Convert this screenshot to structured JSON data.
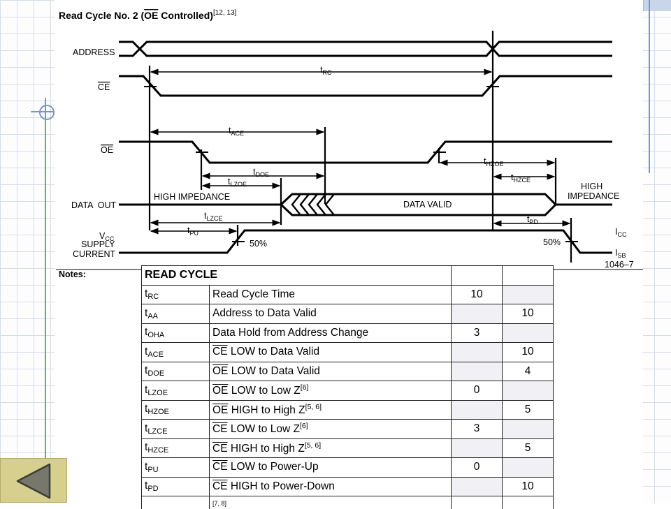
{
  "diagram": {
    "title": "Read Cycle No. 2 (OE Controlled)",
    "title_prefix": "Read Cycle No. 2 (",
    "title_oe": "OE",
    "title_suffix": " Controlled)",
    "title_refs": "[12, 13]",
    "signals": {
      "address": "ADDRESS",
      "ce": "CE",
      "oe": "OE",
      "data_out": "DATA  OUT",
      "vcc_v": "V",
      "vcc_sub": "CC",
      "supply": "SUPPLY",
      "current": "CURRENT"
    },
    "labels": {
      "trc": "t",
      "trc_sub": "RC",
      "tace": "t",
      "tace_sub": "ACE",
      "tdoe": "t",
      "tdoe_sub": "DOE",
      "tlzoe": "t",
      "tlzoe_sub": "LZOE",
      "thzoe": "t",
      "thzoe_sub": "HZOE",
      "thzce": "t",
      "thzce_sub": "HZCE",
      "tlzce": "t",
      "tlzce_sub": "LZCE",
      "tpu": "t",
      "tpu_sub": "PU",
      "tpd": "t",
      "tpd_sub": "PD",
      "high_impedance": "HIGH IMPEDANCE",
      "high": "HIGH",
      "impedance": "IMPEDANCE",
      "data_valid": "DATA VALID",
      "pct_left": "50%",
      "pct_right": "50%",
      "icc_i": "I",
      "icc_sub": "CC",
      "isb_i": "I",
      "isb_sub": "SB",
      "figure_id": "1046–7",
      "notes": "Notes:"
    }
  },
  "table": {
    "header": "READ CYCLE",
    "rows": [
      {
        "sym": "t",
        "sub": "RC",
        "pre": "",
        "ol": "",
        "desc": "Read Cycle Time",
        "sup": "",
        "min": "10",
        "max": ""
      },
      {
        "sym": "t",
        "sub": "AA",
        "pre": "",
        "ol": "",
        "desc": "Address to Data Valid",
        "sup": "",
        "min": "",
        "max": "10"
      },
      {
        "sym": "t",
        "sub": "OHA",
        "pre": "",
        "ol": "",
        "desc": "Data Hold from Address Change",
        "sup": "",
        "min": "3",
        "max": ""
      },
      {
        "sym": "t",
        "sub": "ACE",
        "pre": "",
        "ol": "CE",
        "desc": " LOW to Data Valid",
        "sup": "",
        "min": "",
        "max": "10"
      },
      {
        "sym": "t",
        "sub": "DOE",
        "pre": "",
        "ol": "OE",
        "desc": " LOW to Data Valid",
        "sup": "",
        "min": "",
        "max": "4"
      },
      {
        "sym": "t",
        "sub": "LZOE",
        "pre": "",
        "ol": "OE",
        "desc": " LOW to Low Z",
        "sup": "[6]",
        "min": "0",
        "max": ""
      },
      {
        "sym": "t",
        "sub": "HZOE",
        "pre": "",
        "ol": "OE",
        "desc": " HIGH to High Z",
        "sup": "[5, 6]",
        "min": "",
        "max": "5"
      },
      {
        "sym": "t",
        "sub": "LZCE",
        "pre": "",
        "ol": "CE",
        "desc": " LOW to Low Z",
        "sup": "[6]",
        "min": "3",
        "max": ""
      },
      {
        "sym": "t",
        "sub": "HZCE",
        "pre": "",
        "ol": "CE",
        "desc": " HIGH to High Z",
        "sup": "[5, 6]",
        "min": "",
        "max": "5"
      },
      {
        "sym": "t",
        "sub": "PU",
        "pre": "",
        "ol": "CE",
        "desc": " LOW to Power-Up",
        "sup": "",
        "min": "0",
        "max": ""
      },
      {
        "sym": "t",
        "sub": "PD",
        "pre": "",
        "ol": "CE",
        "desc": " HIGH to Power-Down",
        "sup": "",
        "min": "",
        "max": "10"
      }
    ],
    "partial_sup": "[7, 8]"
  },
  "nav": {
    "back_icon": "back-triangle-icon"
  },
  "colors": {
    "accent_rule": "#7c95bd",
    "button_fill": "#d6cf8e",
    "triangle_fill": "#77776b"
  }
}
